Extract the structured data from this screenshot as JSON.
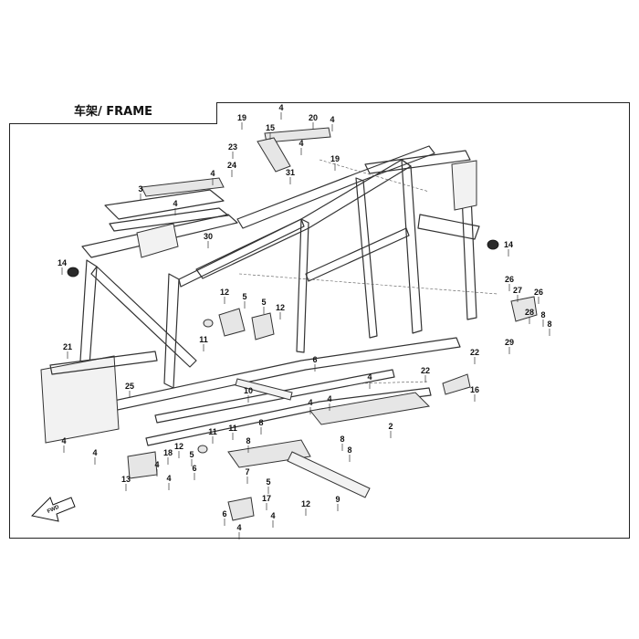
{
  "header": {
    "title": "车架/ FRAME"
  },
  "fwd_arrow": {
    "label": "FWD"
  },
  "callouts": [
    {
      "id": "c1",
      "text": "19"
    },
    {
      "id": "c2",
      "text": "4"
    },
    {
      "id": "c3",
      "text": "20"
    },
    {
      "id": "c4",
      "text": "4"
    },
    {
      "id": "c5",
      "text": "15"
    },
    {
      "id": "c6",
      "text": "23"
    },
    {
      "id": "c7",
      "text": "4"
    },
    {
      "id": "c8",
      "text": "24"
    },
    {
      "id": "c9",
      "text": "19"
    },
    {
      "id": "c10",
      "text": "31"
    },
    {
      "id": "c11",
      "text": "4"
    },
    {
      "id": "c12",
      "text": "3"
    },
    {
      "id": "c13",
      "text": "4"
    },
    {
      "id": "c14",
      "text": "30"
    },
    {
      "id": "c15",
      "text": "14"
    },
    {
      "id": "c16",
      "text": "14"
    },
    {
      "id": "c17",
      "text": "12"
    },
    {
      "id": "c18",
      "text": "5"
    },
    {
      "id": "c19",
      "text": "5"
    },
    {
      "id": "c20",
      "text": "12"
    },
    {
      "id": "c21",
      "text": "11"
    },
    {
      "id": "c22",
      "text": "26"
    },
    {
      "id": "c23",
      "text": "27"
    },
    {
      "id": "c24",
      "text": "26"
    },
    {
      "id": "c25",
      "text": "28"
    },
    {
      "id": "c26",
      "text": "8"
    },
    {
      "id": "c27",
      "text": "8"
    },
    {
      "id": "c28",
      "text": "29"
    },
    {
      "id": "c29",
      "text": "21"
    },
    {
      "id": "c30",
      "text": "6"
    },
    {
      "id": "c31",
      "text": "22"
    },
    {
      "id": "c32",
      "text": "22"
    },
    {
      "id": "c33",
      "text": "4"
    },
    {
      "id": "c34",
      "text": "16"
    },
    {
      "id": "c35",
      "text": "25"
    },
    {
      "id": "c36",
      "text": "10"
    },
    {
      "id": "c37",
      "text": "4"
    },
    {
      "id": "c38",
      "text": "4"
    },
    {
      "id": "c39",
      "text": "2"
    },
    {
      "id": "c40",
      "text": "4"
    },
    {
      "id": "c41",
      "text": "11"
    },
    {
      "id": "c42",
      "text": "8"
    },
    {
      "id": "c43",
      "text": "11"
    },
    {
      "id": "c44",
      "text": "8"
    },
    {
      "id": "c45",
      "text": "12"
    },
    {
      "id": "c46",
      "text": "8"
    },
    {
      "id": "c47",
      "text": "18"
    },
    {
      "id": "c48",
      "text": "5"
    },
    {
      "id": "c49",
      "text": "7"
    },
    {
      "id": "c50",
      "text": "6"
    },
    {
      "id": "c51",
      "text": "4"
    },
    {
      "id": "c52",
      "text": "13"
    },
    {
      "id": "c53",
      "text": "4"
    },
    {
      "id": "c54",
      "text": "5"
    },
    {
      "id": "c55",
      "text": "12"
    },
    {
      "id": "c56",
      "text": "9"
    },
    {
      "id": "c57",
      "text": "17"
    },
    {
      "id": "c58",
      "text": "6"
    },
    {
      "id": "c59",
      "text": "4"
    },
    {
      "id": "c60",
      "text": "4"
    },
    {
      "id": "c61",
      "text": "4"
    },
    {
      "id": "c62",
      "text": "8"
    }
  ]
}
